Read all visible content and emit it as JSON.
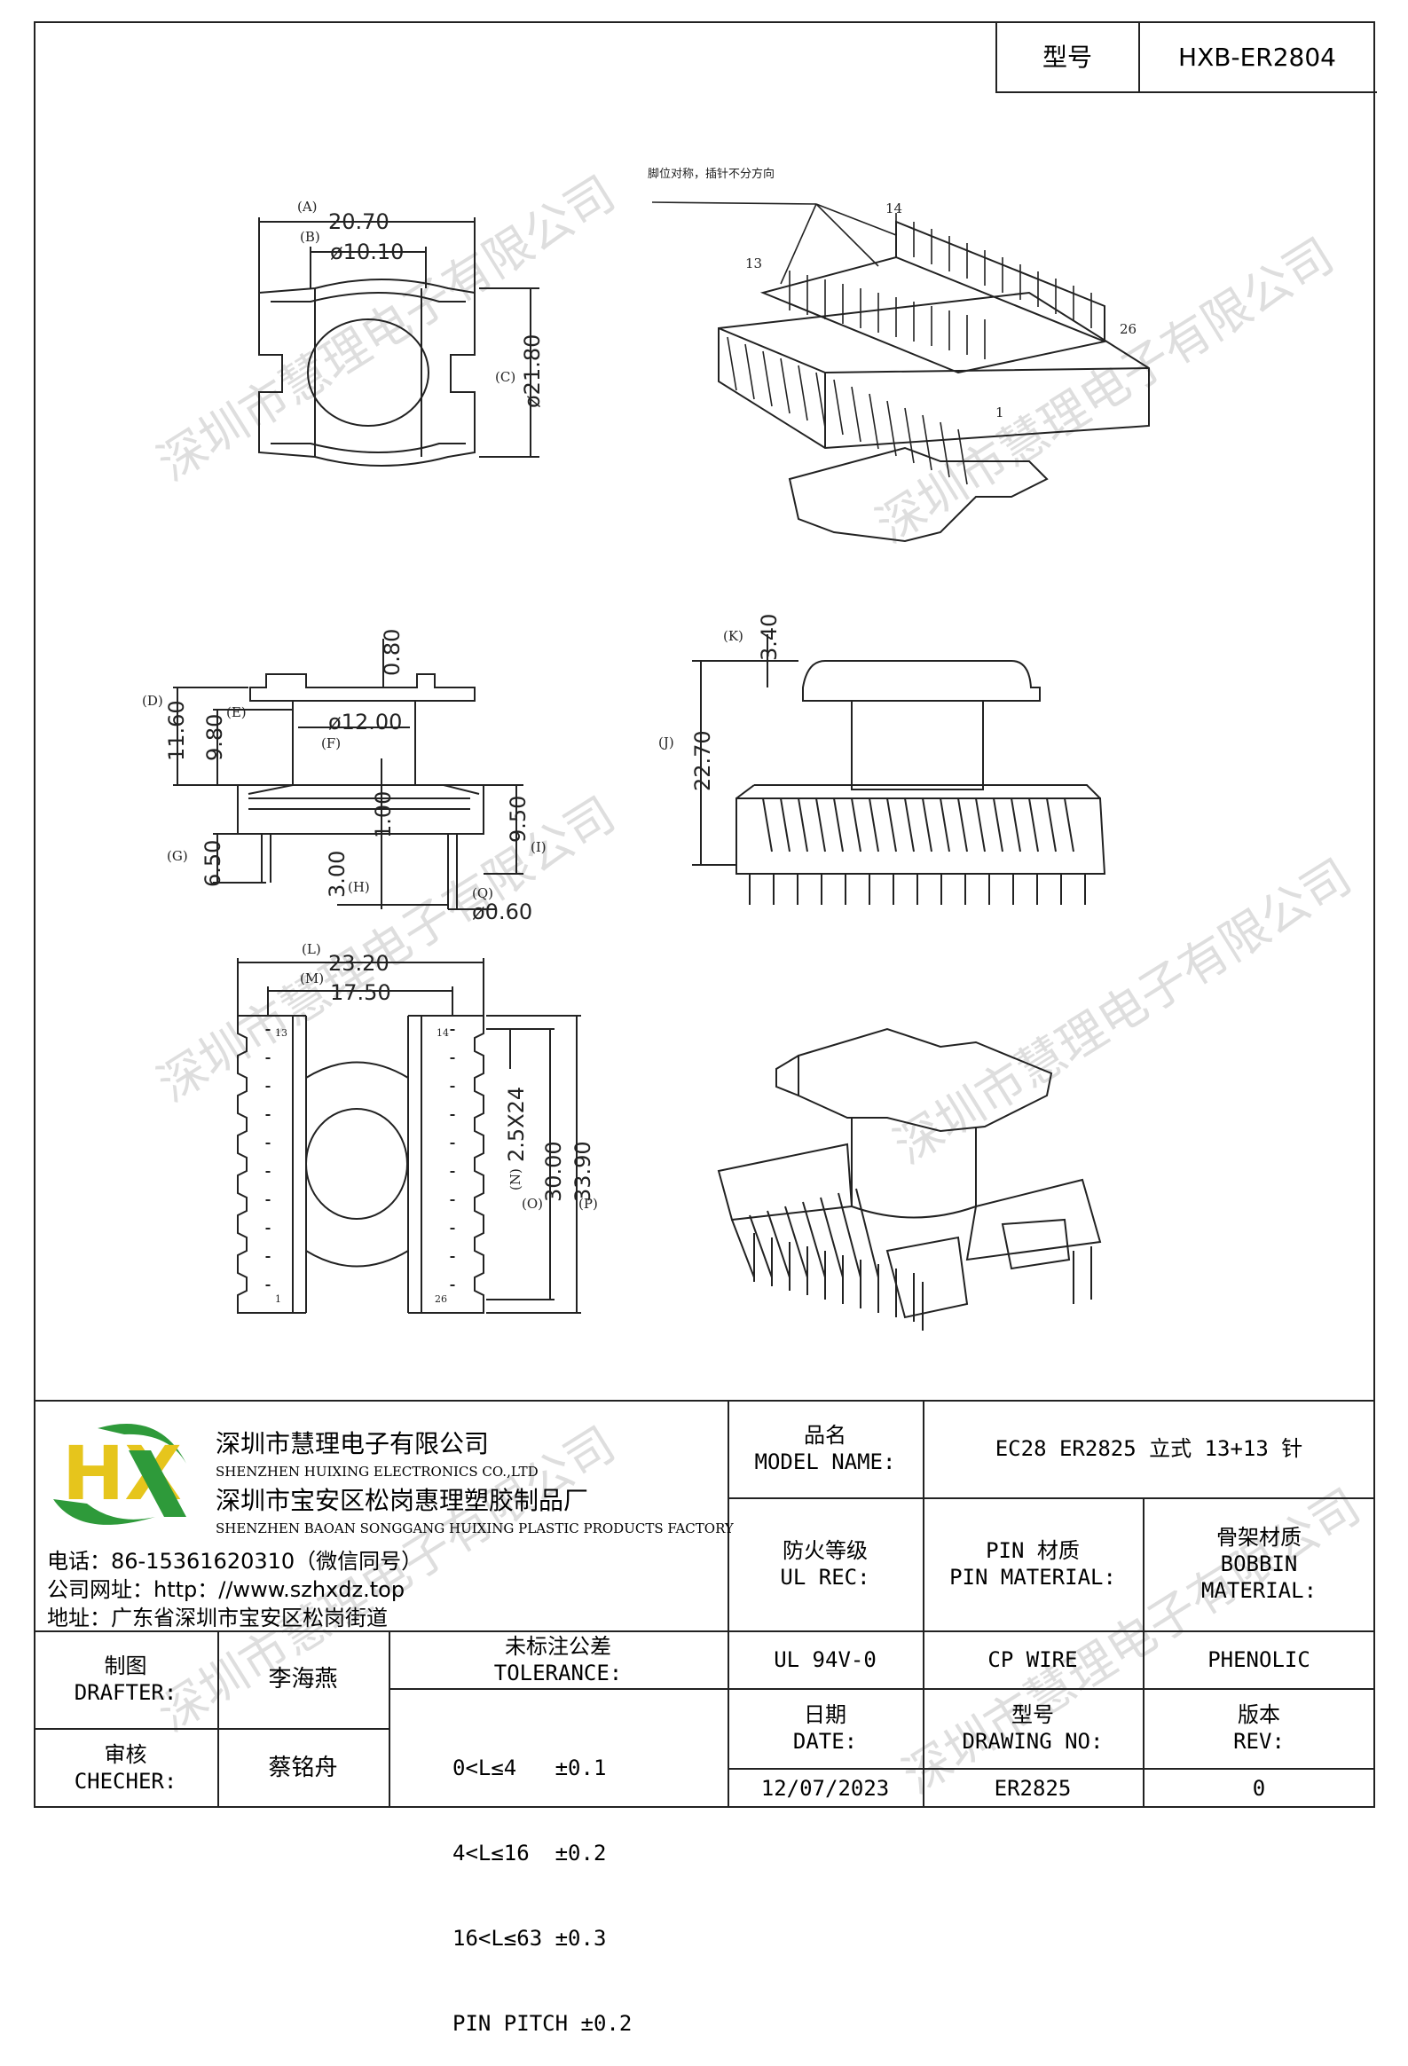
{
  "header": {
    "model_label": "型号",
    "model_value": "HXB-ER2804"
  },
  "drawing": {
    "iso_note": "脚位对称，插针不分方向",
    "pin_13": "13",
    "pin_14": "14",
    "pin_26": "26",
    "pin_1": "1",
    "top": {
      "A_label": "(A)",
      "A_val": "20.70",
      "B_label": "(B)",
      "B_val": "ø10.10",
      "C_label": "(C)",
      "C_val": "ø21.80"
    },
    "side": {
      "D_label": "(D)",
      "D_val": "11.60",
      "E_label": "(E)",
      "E_val": "9.80",
      "F_label": "(F)",
      "F_val": "ø12.00",
      "top_val": "0.80",
      "mid_val": "1.00",
      "G_label": "(G)",
      "G_val": "6.50",
      "H_label": "(H)",
      "H_val": "3.00",
      "I_label": "(I)",
      "I_val": "9.50",
      "Q_label": "(Q)",
      "Q_val": "ø0.60"
    },
    "front": {
      "K_label": "(K)",
      "K_val": "3.40",
      "J_label": "(J)",
      "J_val": "22.70"
    },
    "bottom": {
      "L_label": "(L)",
      "L_val": "23.20",
      "M_label": "(M)",
      "M_val": "17.50",
      "N_label": "(N)",
      "N_val": "2.5X24",
      "O_label": "(O)",
      "O_val": "30.00",
      "P_label": "(P)",
      "P_val": "33.90"
    }
  },
  "watermark": "深圳市慧理电子有限公司",
  "company": {
    "logo_text": "HX",
    "name_cn": "深圳市慧理电子有限公司",
    "name_en": "SHENZHEN HUIXING ELECTRONICS CO.,LTD",
    "factory_cn": "深圳市宝安区松岗惠理塑胶制品厂",
    "factory_en": "SHENZHEN BAOAN SONGGANG HUIXING PLASTIC PRODUCTS FACTORY",
    "phone": "电话：86-15361620310（微信同号）",
    "website": "公司网址：http：//www.szhxdz.top",
    "address": "地址：广东省深圳市宝安区松岗街道"
  },
  "title_block": {
    "model_name_label": "品名\nMODEL NAME:",
    "model_name_value": "EC28 ER2825 立式 13+13 针",
    "ul_label": "防火等级\nUL REC:",
    "pin_material_label": "PIN 材质\nPIN MATERIAL:",
    "bobbin_label": "骨架材质\nBOBBIN\nMATERIAL:",
    "ul_value": "UL 94V-0",
    "pin_material_value": "CP WIRE",
    "bobbin_value": "PHENOLIC",
    "drafter_label": "制图\nDRAFTER:",
    "drafter_name": "李海燕",
    "checker_label": "审核\nCHECHER:",
    "checker_name": "蔡铭舟",
    "tolerance_label": "未标注公差\nTOLERANCE:",
    "tolerance_lines": [
      "0<L≤4   ±0.1",
      "4<L≤16  ±0.2",
      "16<L≤63 ±0.3",
      "PIN PITCH ±0.2"
    ],
    "date_label": "日期\nDATE:",
    "date_value": "12/07/2023",
    "drawing_no_label": "型号\nDRAWING NO:",
    "drawing_no_value": "ER2825",
    "rev_label": "版本\nREV:",
    "rev_value": "0"
  },
  "colors": {
    "logo_green": "#2e9a3a",
    "logo_yellow": "#e6c51c",
    "line": "#222222",
    "watermark": "#dedede"
  }
}
